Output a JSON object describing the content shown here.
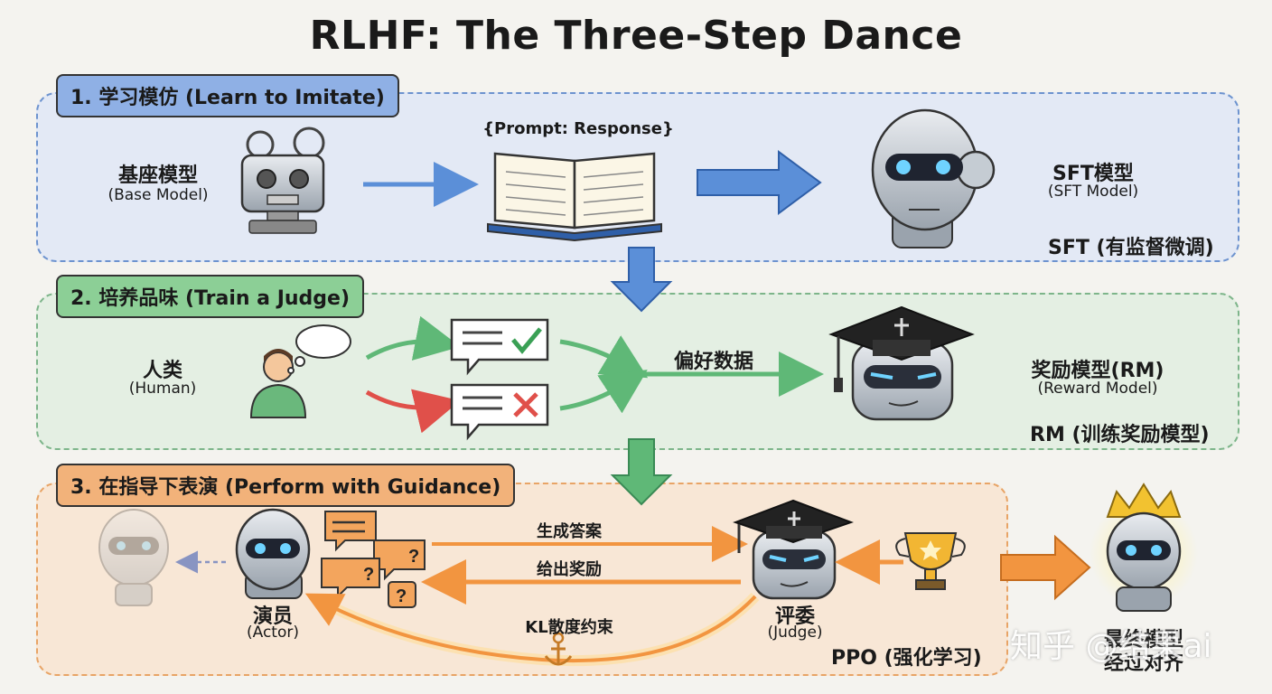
{
  "title": "RLHF: The Three-Step Dance",
  "step1": {
    "tag": "1. 学习模仿 (Learn to Imitate)",
    "base_model": "基座模型",
    "base_model_en": "(Base Model)",
    "book_label": "{Prompt: Response}",
    "sft_model": "SFT模型",
    "sft_model_en": "(SFT Model)",
    "corner": "SFT (有监督微调)"
  },
  "step2": {
    "tag": "2. 培养品味 (Train a Judge)",
    "human": "人类",
    "human_en": "(Human)",
    "preference": "偏好数据",
    "rm": "奖励模型(RM)",
    "rm_en": "(Reward Model)",
    "corner": "RM (训练奖励模型)"
  },
  "step3": {
    "tag": "3. 在指导下表演 (Perform with Guidance)",
    "generate": "生成答案",
    "reward": "给出奖励",
    "kl": "KL散度约束",
    "actor": "演员",
    "actor_en": "(Actor)",
    "judge": "评委",
    "judge_en": "(Judge)",
    "corner": "PPO (强化学习)",
    "final_1": "最终模型",
    "final_2": "经过对齐"
  },
  "watermark": "知乎 @结果ai",
  "colors": {
    "blue": "#5b8fd8",
    "green": "#5fb877",
    "orange": "#f29540",
    "red": "#e0504a"
  }
}
